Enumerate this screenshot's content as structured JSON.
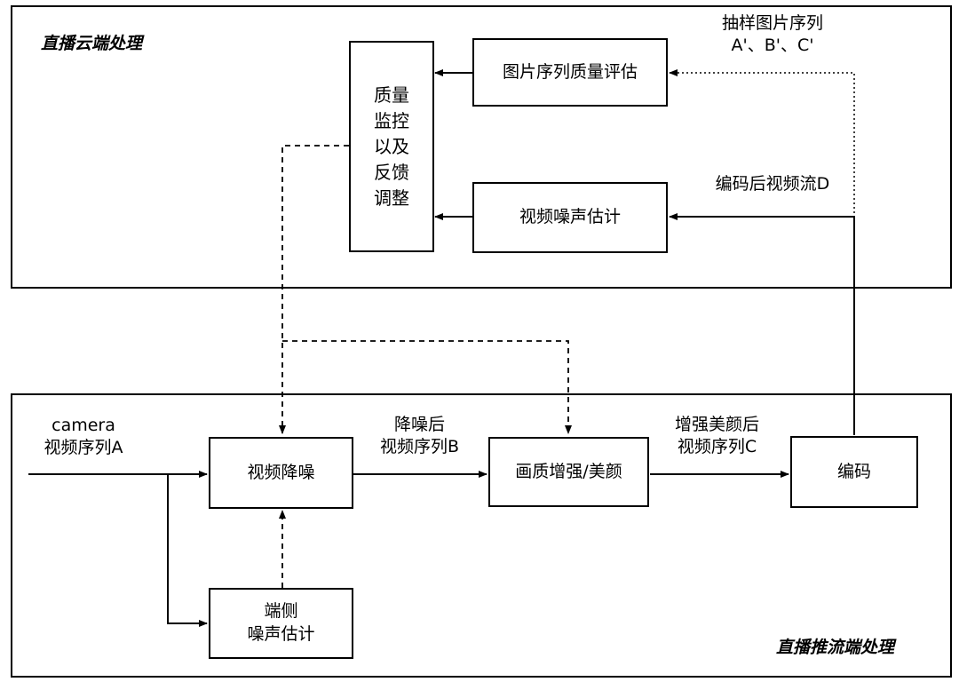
{
  "regions": {
    "cloud": {
      "title": "直播云端处理"
    },
    "push": {
      "title": "直播推流端处理"
    }
  },
  "boxes": {
    "quality_monitor": "质量\n监控\n以及\n反馈\n调整",
    "seq_quality_eval": "图片序列质量评估",
    "video_noise_est": "视频噪声估计",
    "video_denoise": "视频降噪",
    "enhance_beauty": "画质增强/美颜",
    "encode": "编码",
    "edge_noise_est": "端侧\n噪声估计"
  },
  "labels": {
    "sampled_sequence": "抽样图片序列\nA'、B'、C'",
    "encoded_stream": "编码后视频流D",
    "camera_input": "camera\n视频序列A",
    "denoised_seq": "降噪后\n视频序列B",
    "enhanced_seq": "增强美颜后\n视频序列C"
  },
  "colors": {
    "stroke": "#000000",
    "background": "#ffffff"
  }
}
